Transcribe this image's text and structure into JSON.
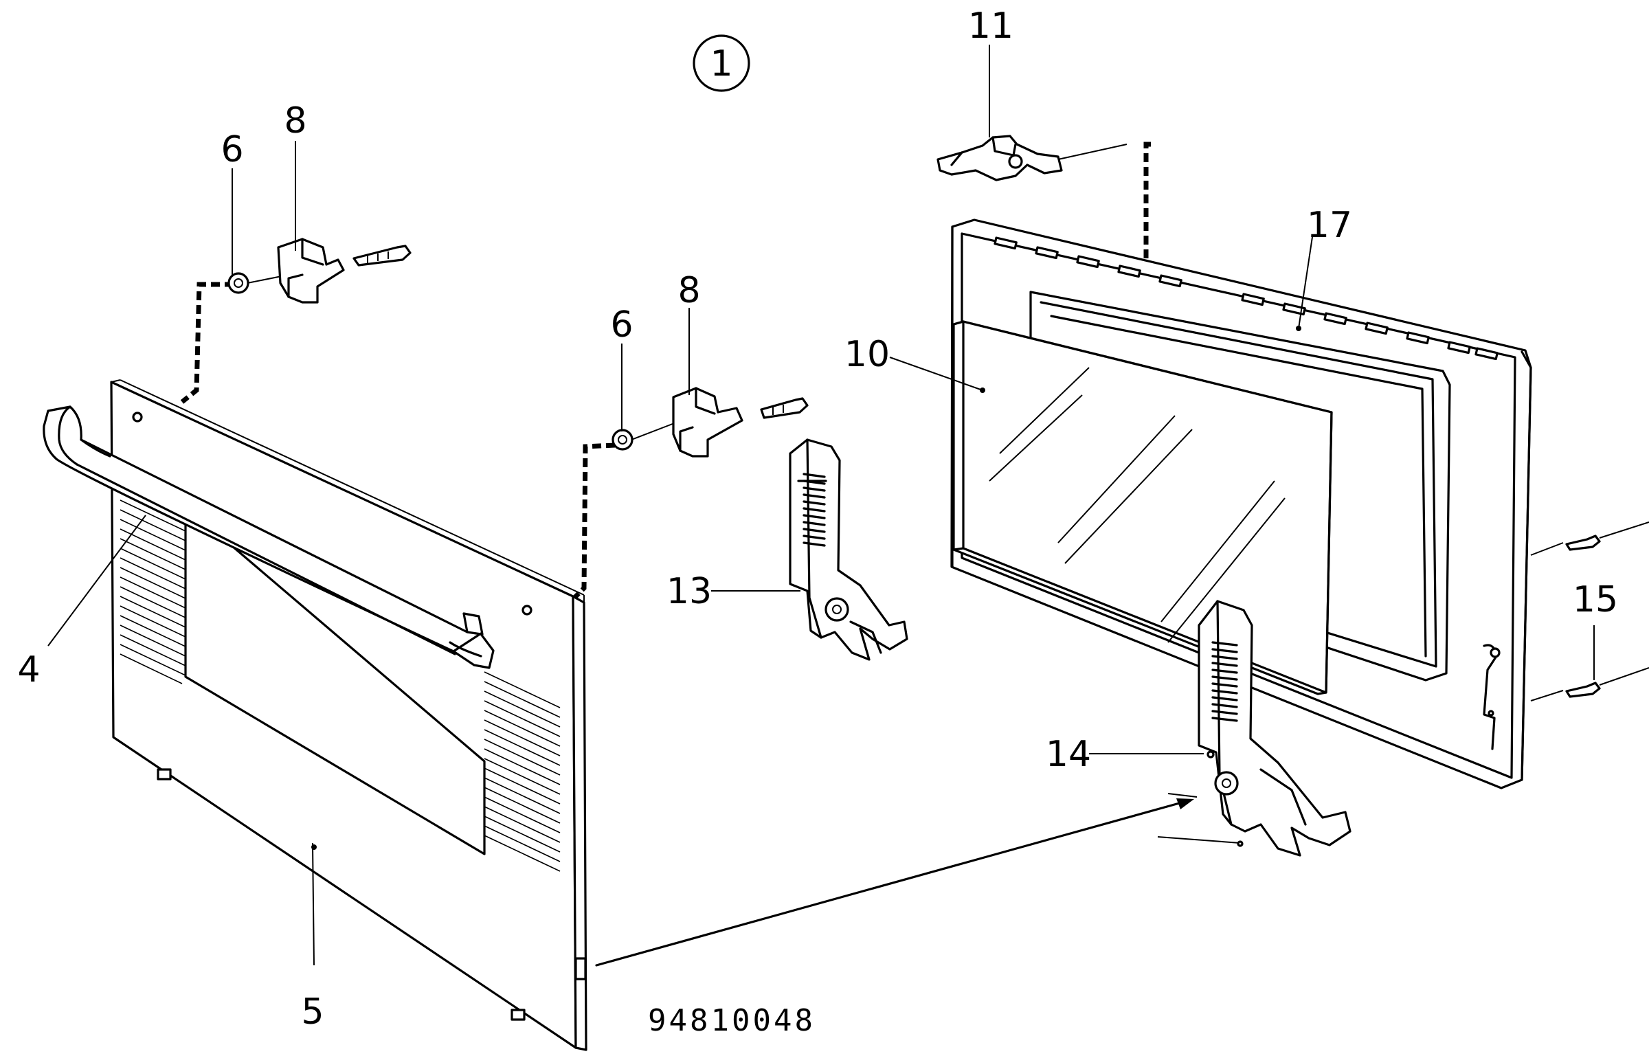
{
  "diagram": {
    "view_number": "1",
    "catalog_number": "94810048",
    "callouts": [
      {
        "id": "c4",
        "text": "4"
      },
      {
        "id": "c5",
        "text": "5"
      },
      {
        "id": "c6a",
        "text": "6"
      },
      {
        "id": "c8a",
        "text": "8"
      },
      {
        "id": "c6b",
        "text": "6"
      },
      {
        "id": "c8b",
        "text": "8"
      },
      {
        "id": "c10",
        "text": "10"
      },
      {
        "id": "c11",
        "text": "11"
      },
      {
        "id": "c13",
        "text": "13"
      },
      {
        "id": "c14",
        "text": "14"
      },
      {
        "id": "c15",
        "text": "15"
      },
      {
        "id": "c17",
        "text": "17"
      }
    ]
  }
}
